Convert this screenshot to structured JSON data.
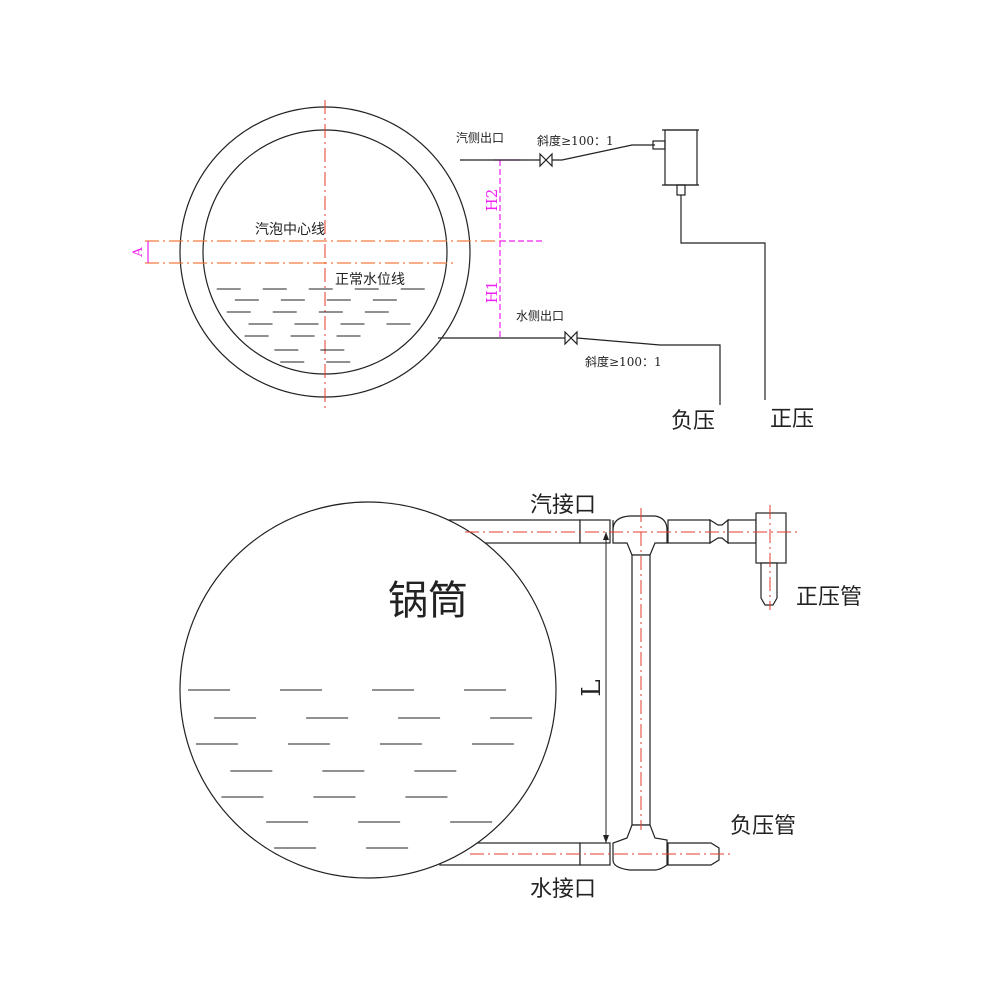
{
  "top_diagram": {
    "steam_outlet": "汽侧出口",
    "water_outlet": "水侧出口",
    "slope_top": "斜度≥100：1",
    "slope_bottom": "斜度≥100：1",
    "drum_centerline": "汽泡中心线",
    "normal_water_level": "正常水位线",
    "dim_a": "A",
    "dim_h1": "H1",
    "dim_h2": "H2",
    "negative_pressure": "负压",
    "positive_pressure": "正压"
  },
  "bottom_diagram": {
    "drum": "锅筒",
    "steam_connection": "汽接口",
    "water_connection": "水接口",
    "positive_pipe": "正压管",
    "negative_pipe": "负压管",
    "dim_l": "L"
  },
  "colors": {
    "centerline": "#e63a2e",
    "dimension": "#f020f0",
    "water_level": "#f07a3a"
  }
}
